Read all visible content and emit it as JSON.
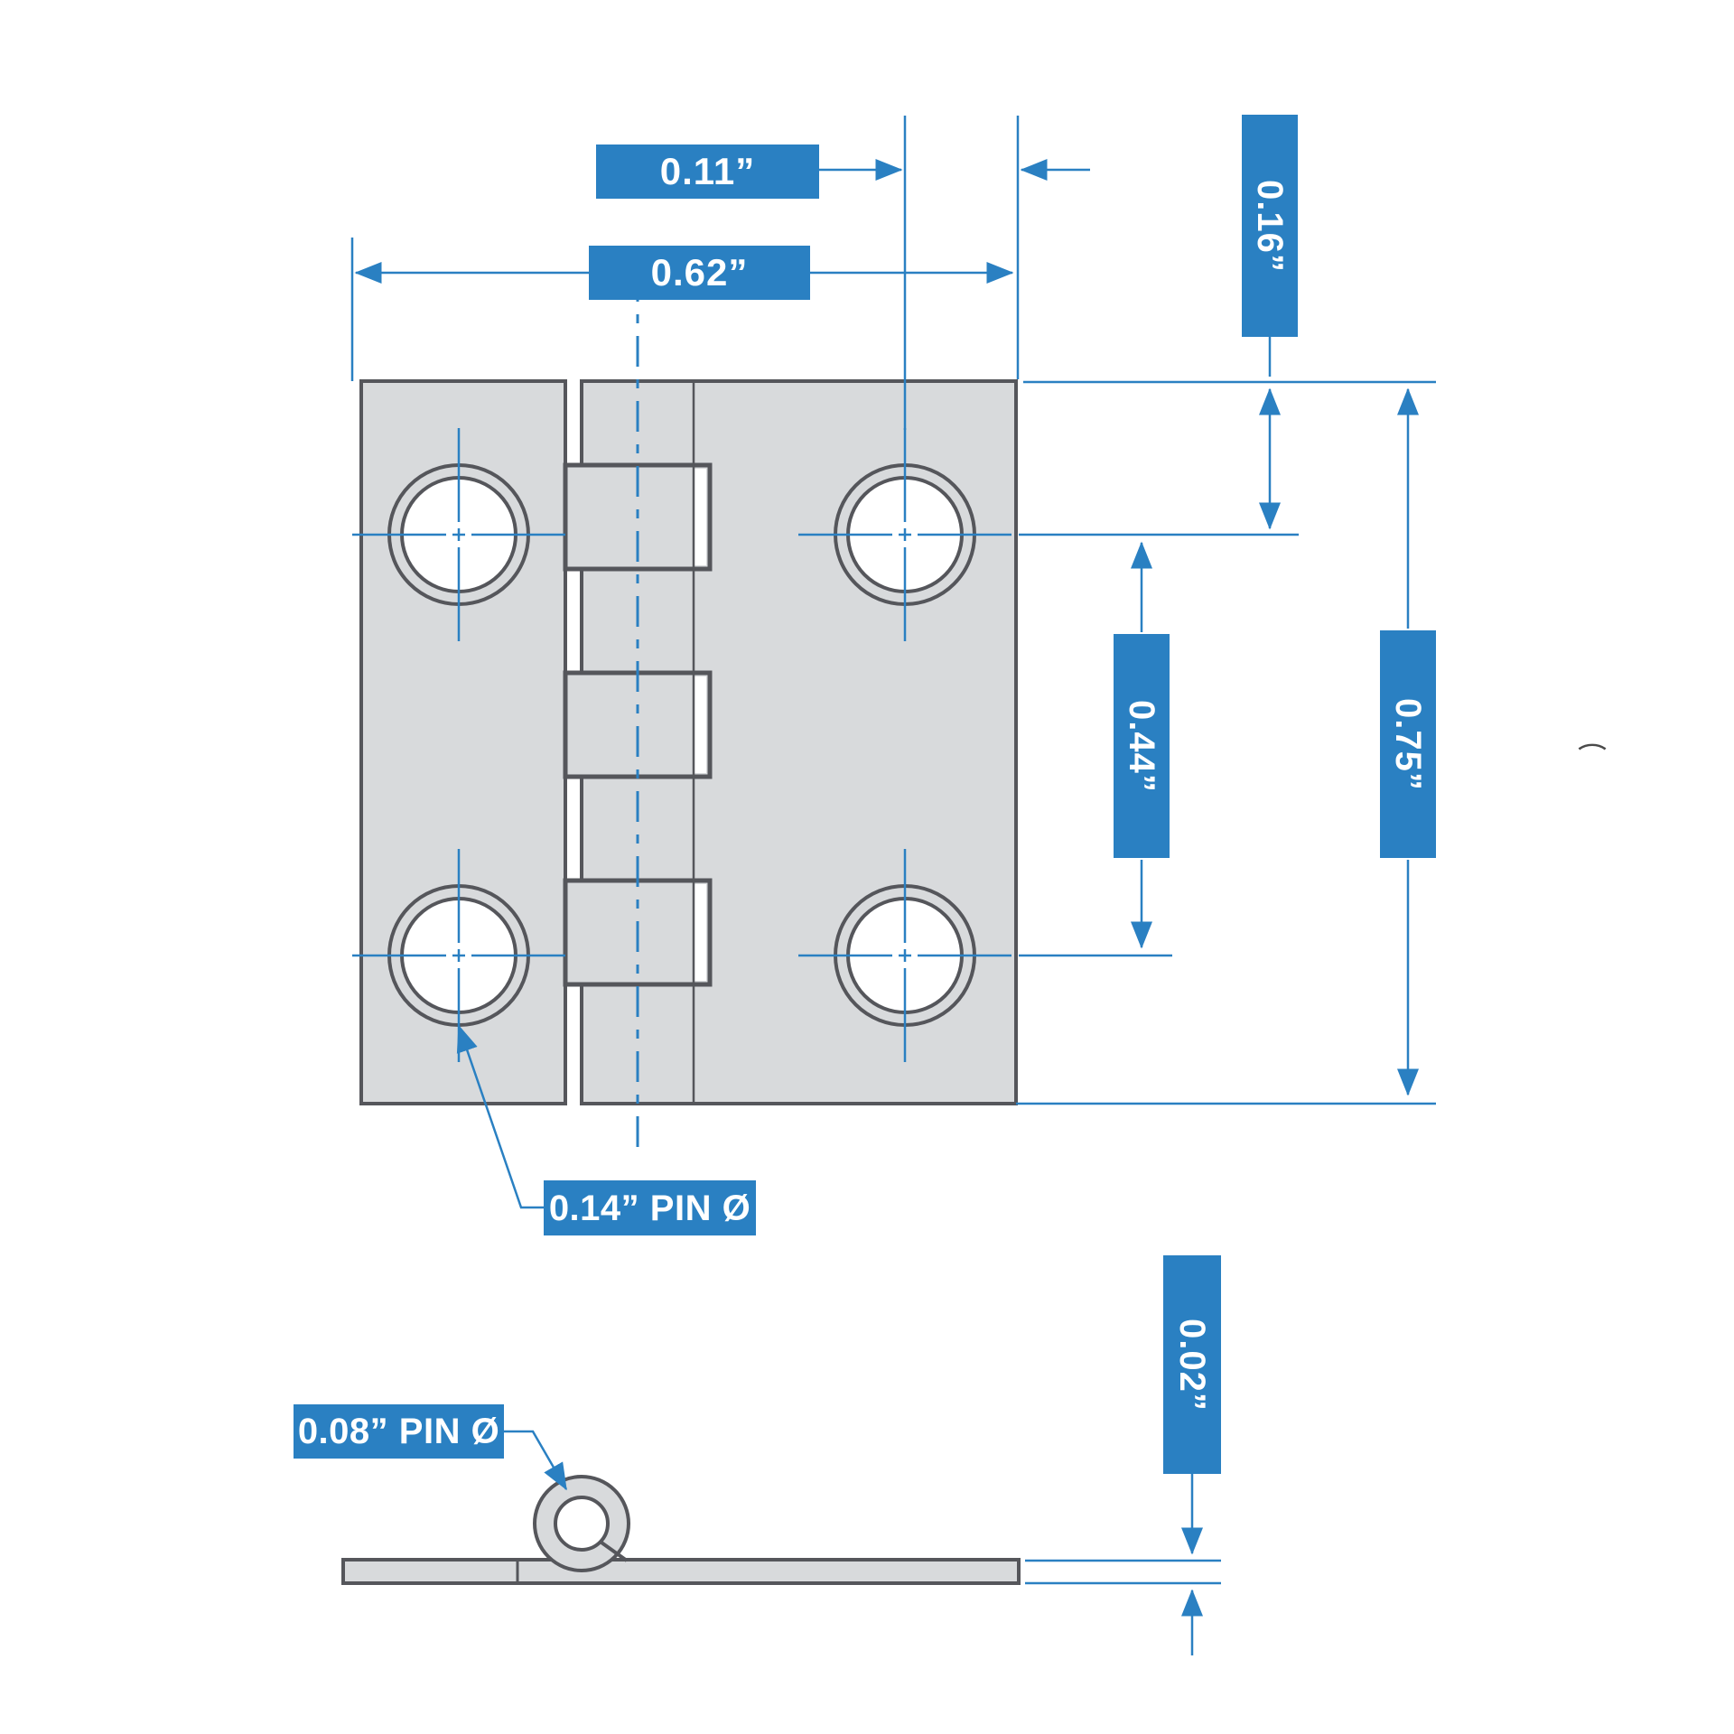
{
  "title": "Hinge dimensional drawing",
  "colors": {
    "accent_blue": "#2A80C2",
    "metal_fill": "#D8DADC",
    "metal_outline": "#55565B",
    "background": "#FFFFFF",
    "label_text": "#FFFFFF"
  },
  "labels": {
    "hole_edge_offset": {
      "text": "0.11”",
      "value": 0.11,
      "unit": "in"
    },
    "leaf_width": {
      "text": "0.62”",
      "value": 0.62,
      "unit": "in"
    },
    "hole_top_offset": {
      "text": "0.16”",
      "value": 0.16,
      "unit": "in"
    },
    "hole_vertical_spacing": {
      "text": "0.44”",
      "value": 0.44,
      "unit": "in"
    },
    "hinge_height": {
      "text": "0.75”",
      "value": 0.75,
      "unit": "in"
    },
    "screw_hole_diameter": {
      "text": "0.14” PIN Ø",
      "value": 0.14,
      "unit": "in"
    },
    "barrel_pin_diameter": {
      "text": "0.08” PIN Ø",
      "value": 0.08,
      "unit": "in"
    },
    "leaf_thickness": {
      "text": "0.02”",
      "value": 0.02,
      "unit": "in"
    }
  },
  "artifact": {
    "stray_glyph": "⌒"
  }
}
